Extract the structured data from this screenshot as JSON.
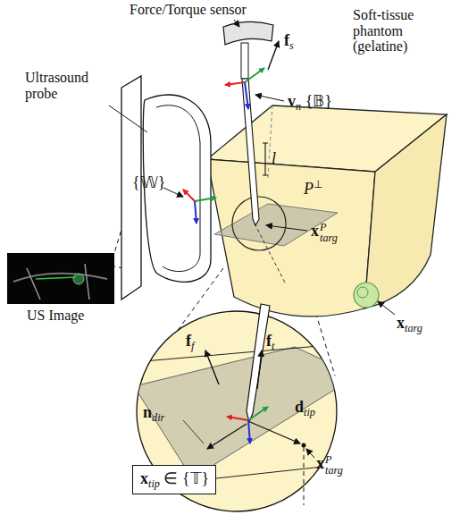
{
  "diagram": {
    "nodes": [
      {
        "text": [
          "xtip ∈ {𝕋}"
        ]
      }
    ],
    "labels": [
      "Force/Torque sensor",
      "Soft-tissue phantom (gelatine)",
      "fs",
      "Ultrasound probe",
      "vn {𝔹}",
      "{𝕎}",
      "l",
      "P⊥",
      "xPtarg",
      "xtarg",
      "US Image",
      "ff",
      "ft",
      "ndir",
      "dtip",
      "xPtarg"
    ]
  }
}
